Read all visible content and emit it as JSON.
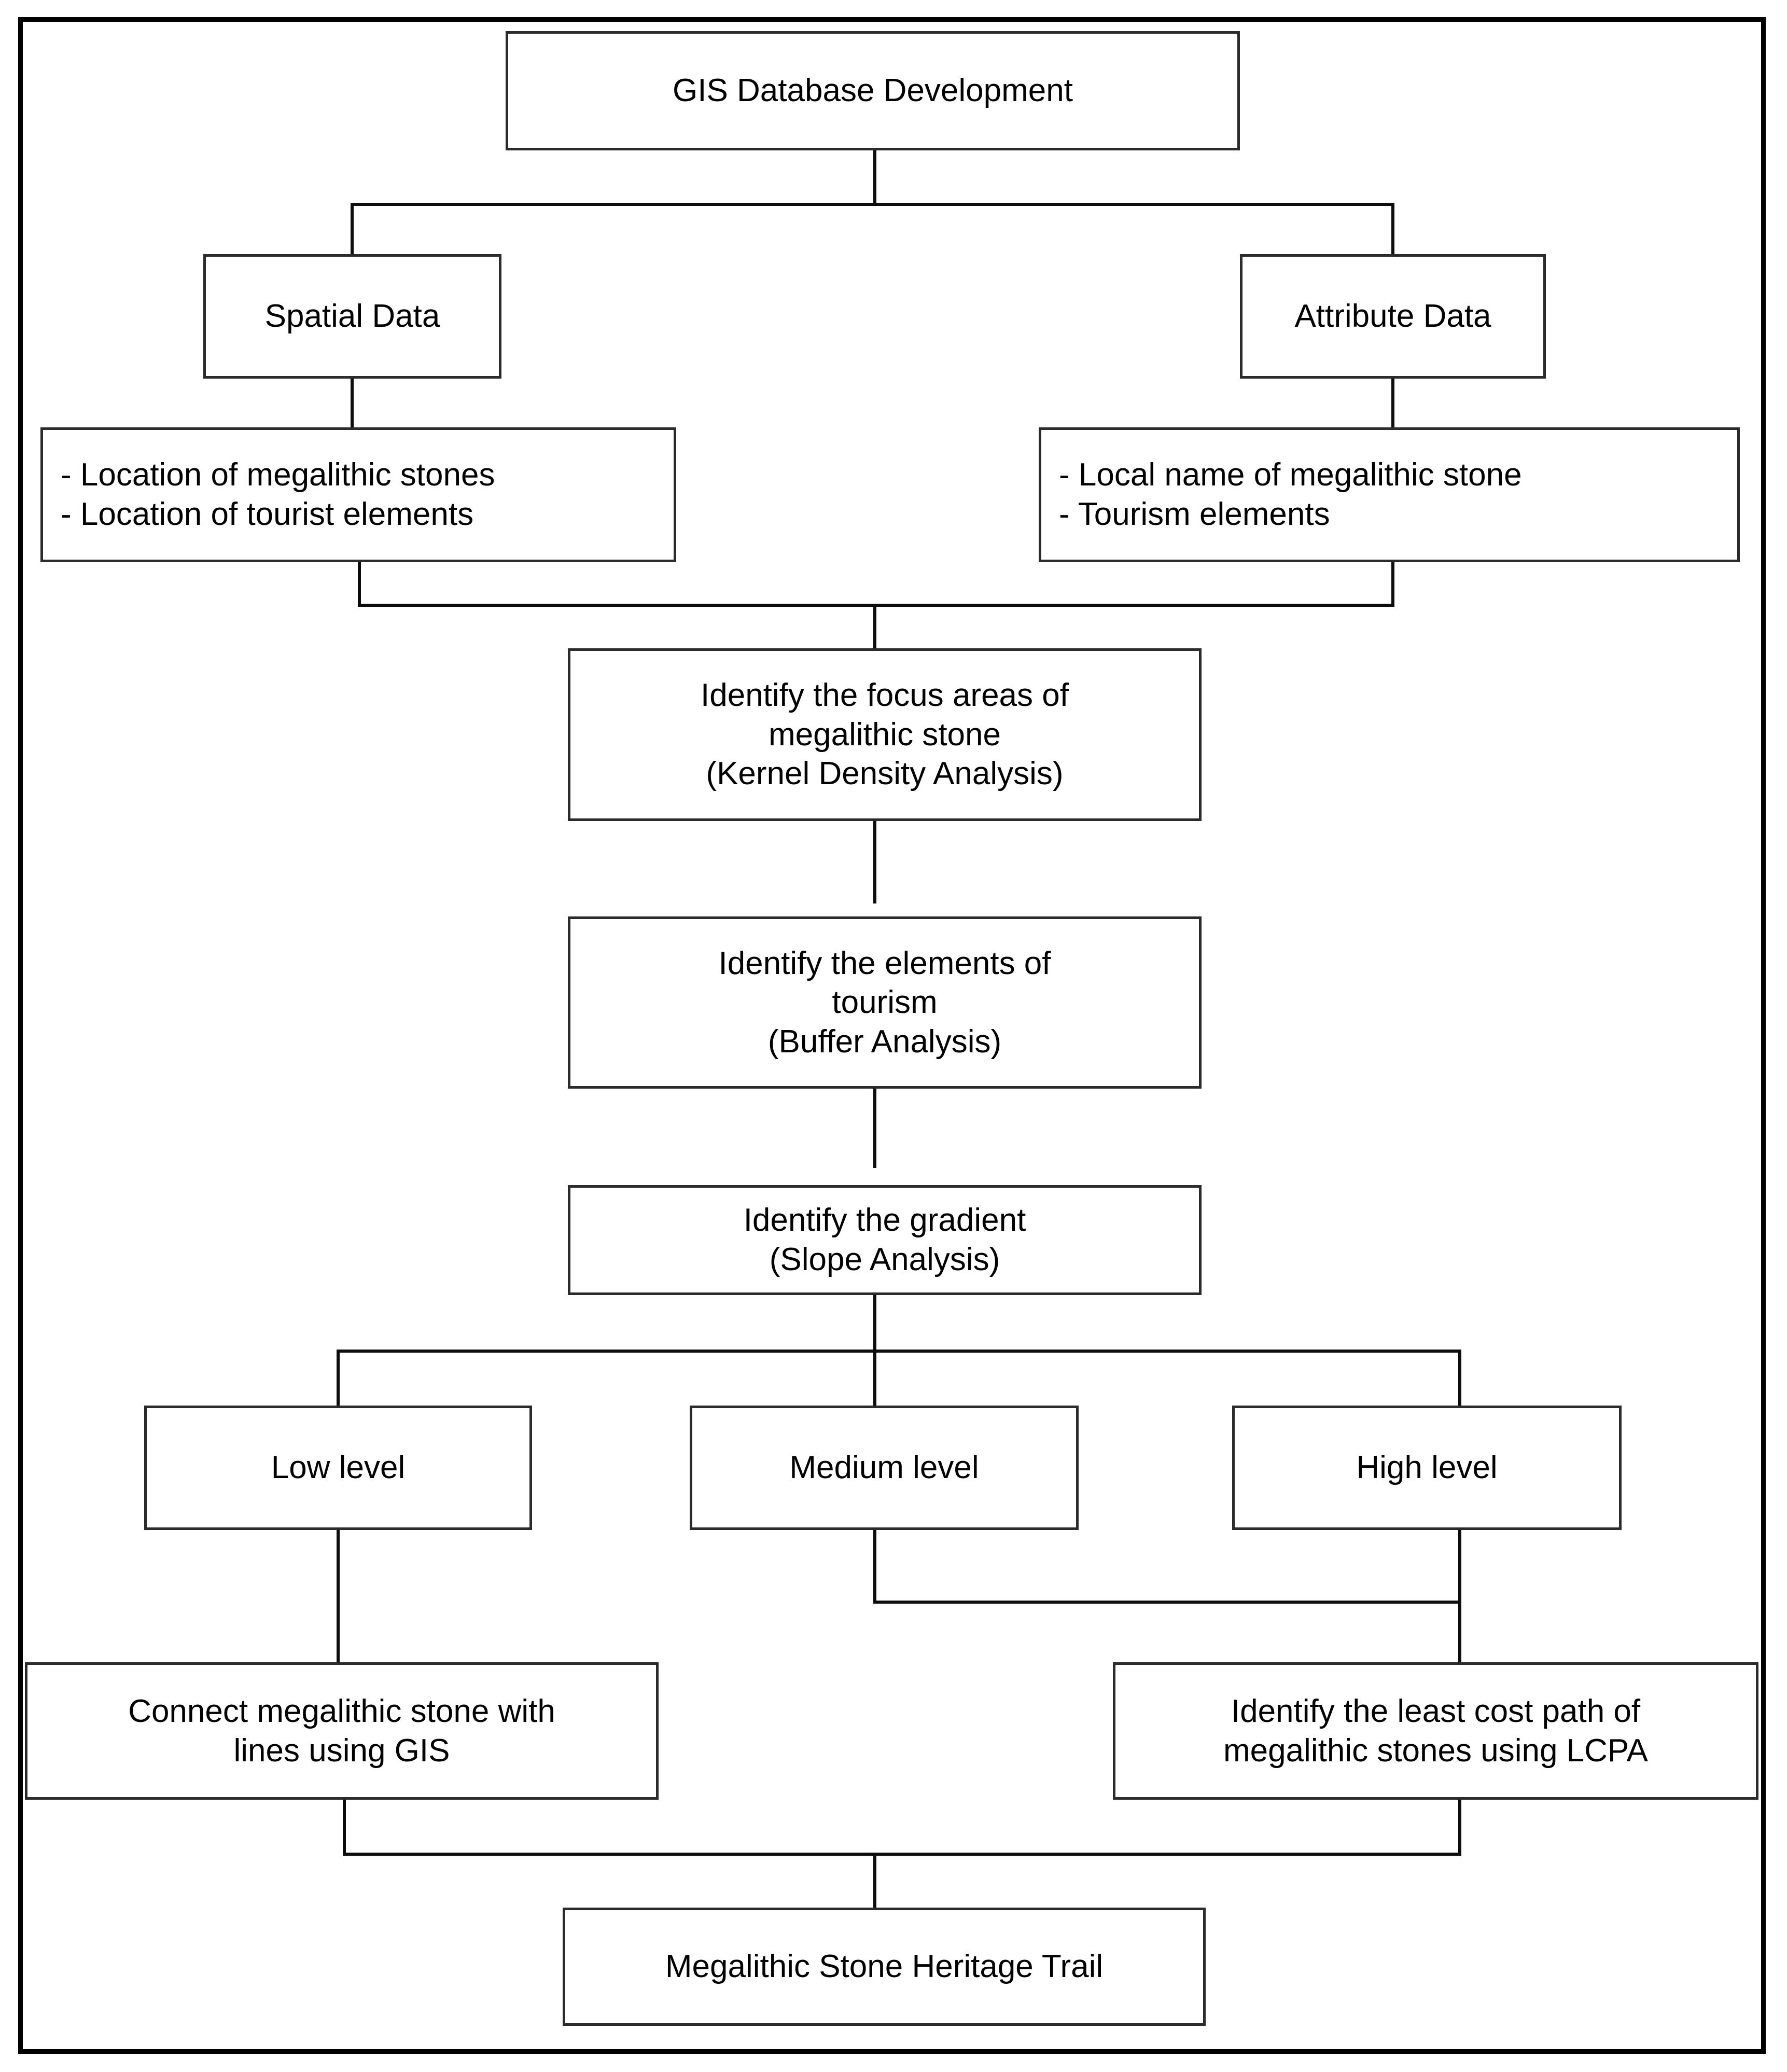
{
  "figure": {
    "title": "GIS Database Development",
    "type": "flowchart",
    "border_color": "#000000",
    "box_border_color": "#2b2b2b",
    "connector_color": "#0d0d0d",
    "background": "#ffffff"
  },
  "nodes": {
    "root": {
      "label": "GIS Database Development"
    },
    "spatial_data": {
      "label": "Spatial Data"
    },
    "attribute_data": {
      "label": "Attribute Data"
    },
    "spatial_items": {
      "line1": "- Location of megalithic stones",
      "line2": "- Location of tourist elements"
    },
    "attribute_items": {
      "line1": "- Local name of megalithic stone",
      "line2": "- Tourism elements"
    },
    "kernel_density": {
      "line1": "Identify the focus areas of",
      "line2": "megalithic stone",
      "line3": "(Kernel Density Analysis)"
    },
    "buffer": {
      "line1": "Identify the elements of",
      "line2": "tourism",
      "line3": "(Buffer Analysis)"
    },
    "slope": {
      "line1": "Identify the gradient",
      "line2": "(Slope Analysis)"
    },
    "low_level": {
      "label": "Low level"
    },
    "medium_level": {
      "label": "Medium level"
    },
    "high_level": {
      "label": "High level"
    },
    "connect_lines": {
      "line1": "Connect megalithic stone with",
      "line2": "lines using GIS"
    },
    "least_cost_path": {
      "line1": "Identify the least cost path of",
      "line2": "megalithic stones using LCPA"
    },
    "output": {
      "label": "Megalithic Stone Heritage Trail"
    }
  }
}
